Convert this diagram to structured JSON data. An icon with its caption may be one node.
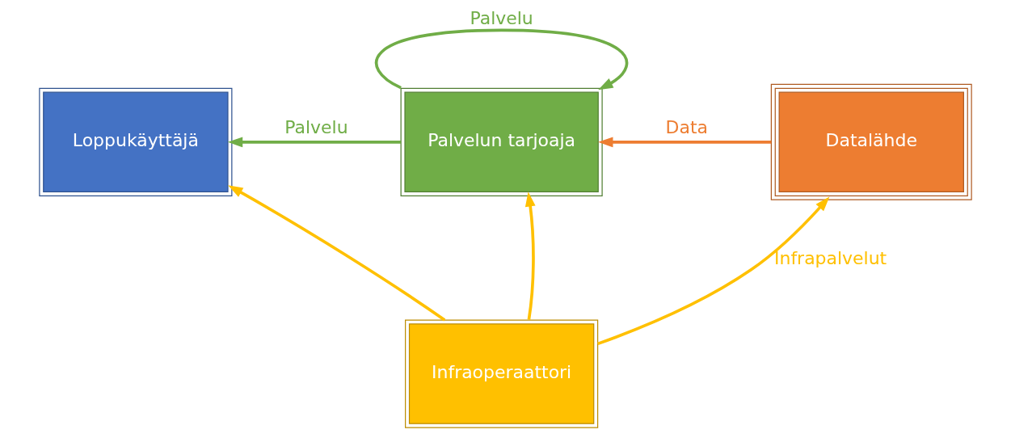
{
  "diagram": {
    "nodes": [
      {
        "text": [
          "Loppukäyttäjä"
        ]
      },
      {
        "text": [
          "Palvelun tarjoaja"
        ]
      },
      {
        "text": [
          "Datalähde"
        ]
      },
      {
        "text": [
          "Infraoperaattori"
        ]
      }
    ],
    "edges": [
      {
        "from": 1,
        "to": 0,
        "arrow": "to",
        "label": "Palvelu",
        "color": "#70ad47"
      },
      {
        "from": 1,
        "to": 1,
        "arrow": "to",
        "label": "Palvelu",
        "color": "#70ad47"
      },
      {
        "from": 2,
        "to": 1,
        "arrow": "to",
        "label": "Data",
        "color": "#ed7d31"
      },
      {
        "from": 3,
        "to": 0,
        "arrow": "to",
        "color": "#ffc000"
      },
      {
        "from": 3,
        "to": 1,
        "arrow": "to",
        "color": "#ffc000"
      },
      {
        "from": 3,
        "to": 2,
        "arrow": "to",
        "label": "Infrapalvelut",
        "color": "#ffc000"
      }
    ]
  }
}
